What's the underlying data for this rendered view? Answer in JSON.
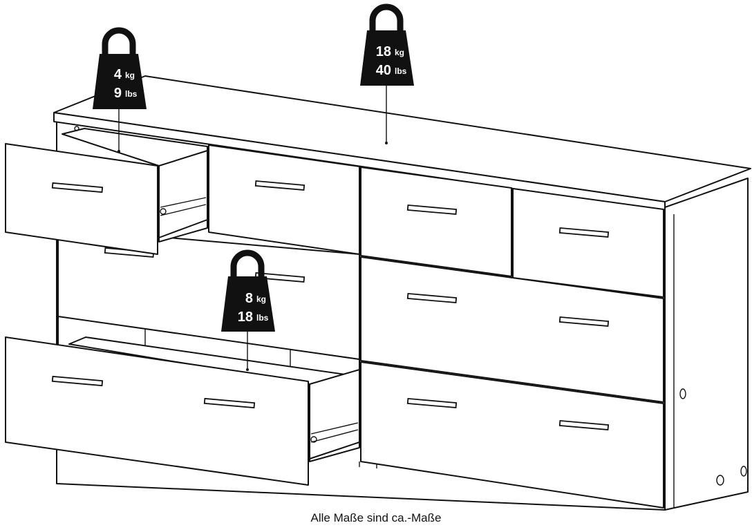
{
  "caption": "Alle Maße sind ca.-Maße",
  "colors": {
    "line": "#111111",
    "fill": "#ffffff",
    "badge": "#111111",
    "badge_text": "#ffffff"
  },
  "icons": {
    "weight_badge": "weight-icon"
  },
  "load_badges": [
    {
      "id": "small-drawer",
      "value_kg": "4",
      "unit_kg": "kg",
      "value_lbs": "9",
      "unit_lbs": "lbs"
    },
    {
      "id": "top-surface",
      "value_kg": "18",
      "unit_kg": "kg",
      "value_lbs": "40",
      "unit_lbs": "lbs"
    },
    {
      "id": "large-drawer",
      "value_kg": "8",
      "unit_kg": "kg",
      "value_lbs": "18",
      "unit_lbs": "lbs"
    }
  ]
}
